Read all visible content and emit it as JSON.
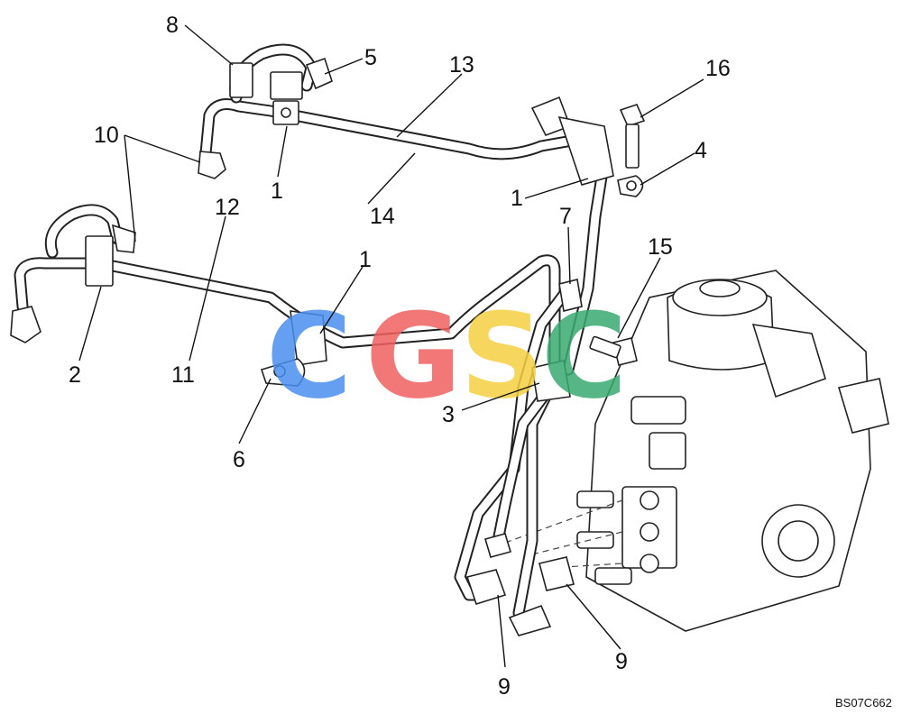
{
  "callouts": {
    "c1": "1",
    "c2": "2",
    "c3": "3",
    "c4": "4",
    "c5": "5",
    "c6": "6",
    "c7": "7",
    "c8": "8",
    "c9": "9",
    "c10": "10",
    "c11": "11",
    "c12": "12",
    "c13": "13",
    "c14": "14",
    "c15": "15",
    "c16": "16"
  },
  "reference_code": "BS07C662",
  "watermark": {
    "letters": [
      "C",
      "G",
      "S",
      "C"
    ],
    "colors": [
      "#4a8ff0",
      "#f06060",
      "#f5cf40",
      "#3aaa70"
    ]
  }
}
